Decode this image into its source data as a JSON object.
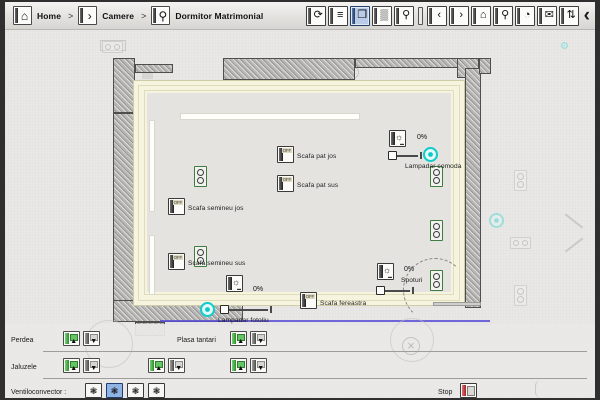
{
  "breadcrumb": {
    "items": [
      {
        "icon": "home-icon",
        "label": "Home",
        "glyph": "⌂"
      },
      {
        "icon": "chevron-right-icon",
        "label": "Camere",
        "glyph": "›"
      },
      {
        "icon": "search-icon",
        "label": "Dormitor Matrimonial",
        "glyph": "⚲"
      }
    ],
    "separator": ">"
  },
  "toolbar": {
    "buttons": [
      {
        "name": "refresh-button",
        "glyph": "⟳",
        "selected": false
      },
      {
        "name": "list-view-button",
        "glyph": "≡",
        "selected": false
      },
      {
        "name": "floorplan-button",
        "glyph": "❐",
        "selected": true
      },
      {
        "name": "grid-view-button",
        "glyph": "▒",
        "selected": false
      },
      {
        "name": "alarm-button",
        "glyph": "⚲",
        "selected": false
      }
    ],
    "buttons2": [
      {
        "name": "previous-button",
        "glyph": "‹",
        "selected": false
      },
      {
        "name": "next-button",
        "glyph": "›",
        "selected": false
      },
      {
        "name": "home-button",
        "glyph": "⌂",
        "selected": false
      },
      {
        "name": "zoom-button",
        "glyph": "⚲",
        "selected": false
      },
      {
        "name": "globe-button",
        "glyph": "◔",
        "selected": false
      },
      {
        "name": "mail-button",
        "glyph": "✉",
        "selected": false
      },
      {
        "name": "settings-button",
        "glyph": "⇅",
        "selected": false
      }
    ],
    "collapse_glyph": "‹"
  },
  "plan": {
    "devices": [
      {
        "name": "scafa-pat-jos",
        "label": "Scafa pat jos",
        "state": "OFF"
      },
      {
        "name": "scafa-pat-sus",
        "label": "Scafa pat sus",
        "state": "OFF"
      },
      {
        "name": "scafa-semineu-jos",
        "label": "Scafa semineu jos",
        "state": "OFF"
      },
      {
        "name": "scafa-semineu-sus",
        "label": "Scafa semineu sus",
        "state": "OFF"
      },
      {
        "name": "scafa-fereastra",
        "label": "Scafa fereastra",
        "state": "OFF"
      }
    ],
    "dimmers": [
      {
        "name": "lampadar-comoda",
        "label": "Lampadar comoda",
        "value": "0%"
      },
      {
        "name": "lampadar-fotoliu",
        "label": "Lampadar fotoliu",
        "value": "0%"
      },
      {
        "name": "spoturi",
        "label": "Spoturi",
        "value": "0%"
      }
    ]
  },
  "bottom": {
    "rows": [
      {
        "name": "perdea",
        "label": "Perdea"
      },
      {
        "name": "plasa-tantari",
        "label": "Plasa tantari"
      },
      {
        "name": "jaluzele",
        "label": "Jaluzele"
      },
      {
        "name": "ventiloconvector",
        "label": "Ventiloconvector :"
      }
    ],
    "stop_label": "Stop",
    "up_glyph": "▲",
    "down_glyph": "▼",
    "fan_glyph": "❃",
    "fan_selected_index": 1
  },
  "colors": {
    "accent_led": "#11c9c9",
    "room_fill": "#f6f4df",
    "wall": "#b7b6b4",
    "green": "#3f7c3f",
    "select_blue": "#b9cbe6",
    "stop_red": "#a32222"
  }
}
